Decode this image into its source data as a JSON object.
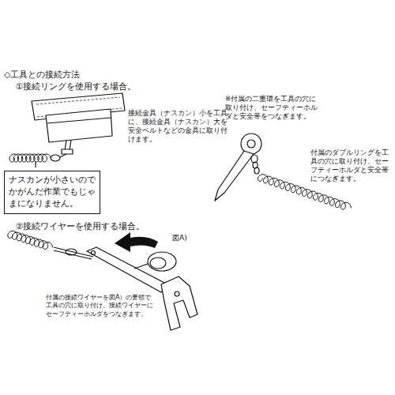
{
  "diagram": {
    "title": "◇工具との接続方法",
    "nodes": [
      {
        "text": [
          "ナスカンが小さいのでかがんだ作業でもじゃまになりません。"
        ]
      }
    ],
    "labels": [
      "①接続リングを使用する場合。",
      "接続金具（ナスカン）小を工具に、接続金具（ナスカン）大を安全ベルトなどの金具に取り付けます。",
      "※付属の二重環を工具の穴に取り付け、セーフティーホルダと安全帯をつなぎます。",
      "付属のダブルリングを工具の穴に取り付け、セーフティーホルダと安全帯につなぎます。",
      "②接続ワイヤーを使用する場合。",
      "図A)",
      "付属の接続ワイヤーを図A）の要領で工具の穴に取り付け、接続ワイヤーにセーフティーホルダをつなぎます。"
    ]
  }
}
